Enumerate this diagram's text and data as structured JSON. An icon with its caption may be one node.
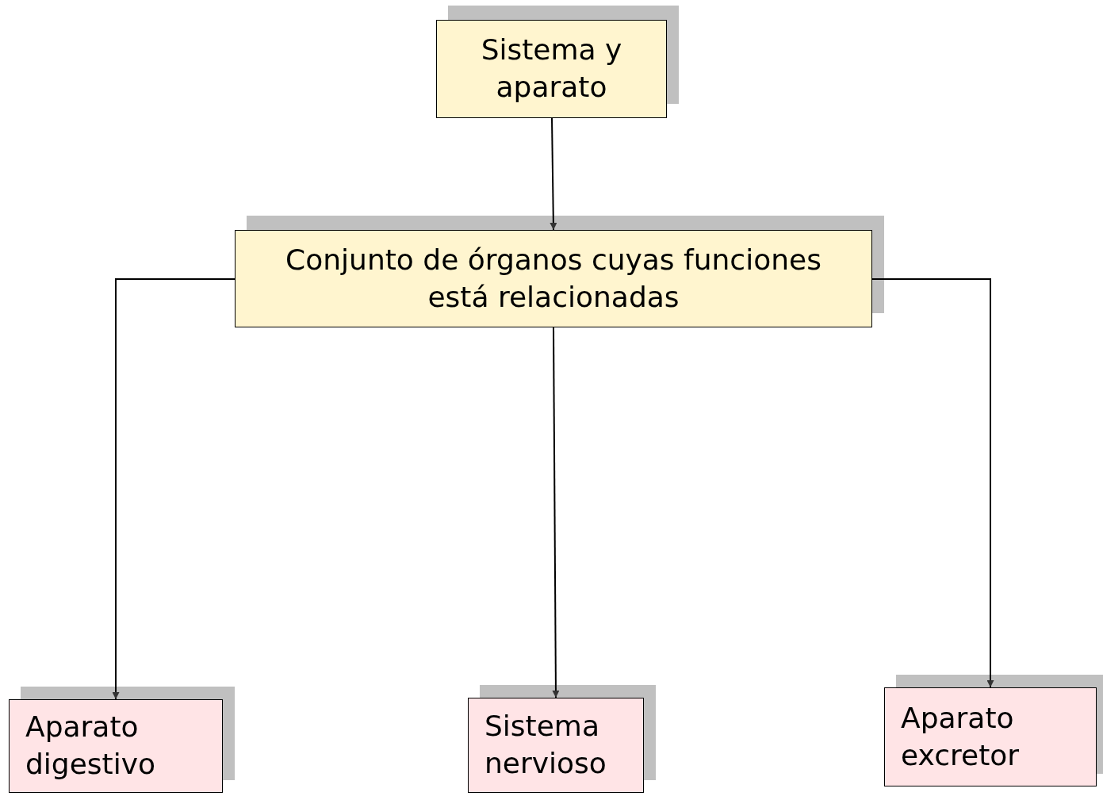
{
  "diagram": {
    "nodes": [
      {
        "text": [
          "Sistema y aparato"
        ]
      },
      {
        "text": [
          "Conjunto de órganos cuyas funciones está relacionadas"
        ]
      },
      {
        "text": [
          "Aparato digestivo"
        ]
      },
      {
        "text": [
          "Sistema nervioso"
        ]
      },
      {
        "text": [
          "Aparato excretor"
        ]
      }
    ],
    "edges": [
      {
        "from": 0,
        "to": 1,
        "arrow": "to"
      },
      {
        "from": 1,
        "to": 2,
        "arrow": "to"
      },
      {
        "from": 1,
        "to": 3,
        "arrow": "to"
      },
      {
        "from": 1,
        "to": 4,
        "arrow": "to"
      }
    ]
  }
}
